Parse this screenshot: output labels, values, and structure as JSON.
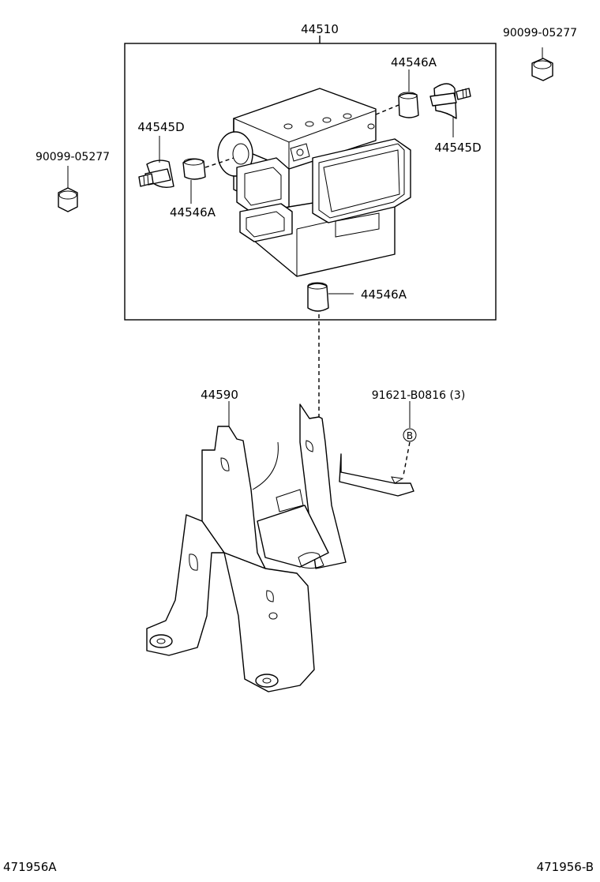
{
  "labels": {
    "assembly": "44510",
    "nut_top_right": "90099-05277",
    "nut_left": "90099-05277",
    "cushion_top": "44546A",
    "cushion_left": "44546A",
    "cushion_bottom": "44546A",
    "stud_left": "44545D",
    "stud_right": "44545D",
    "bracket": "44590",
    "bolt": "91621-B0816 (3)",
    "bolt_callout": "B"
  },
  "footer": {
    "left_code": "471956A",
    "right_code": "471956-B"
  }
}
